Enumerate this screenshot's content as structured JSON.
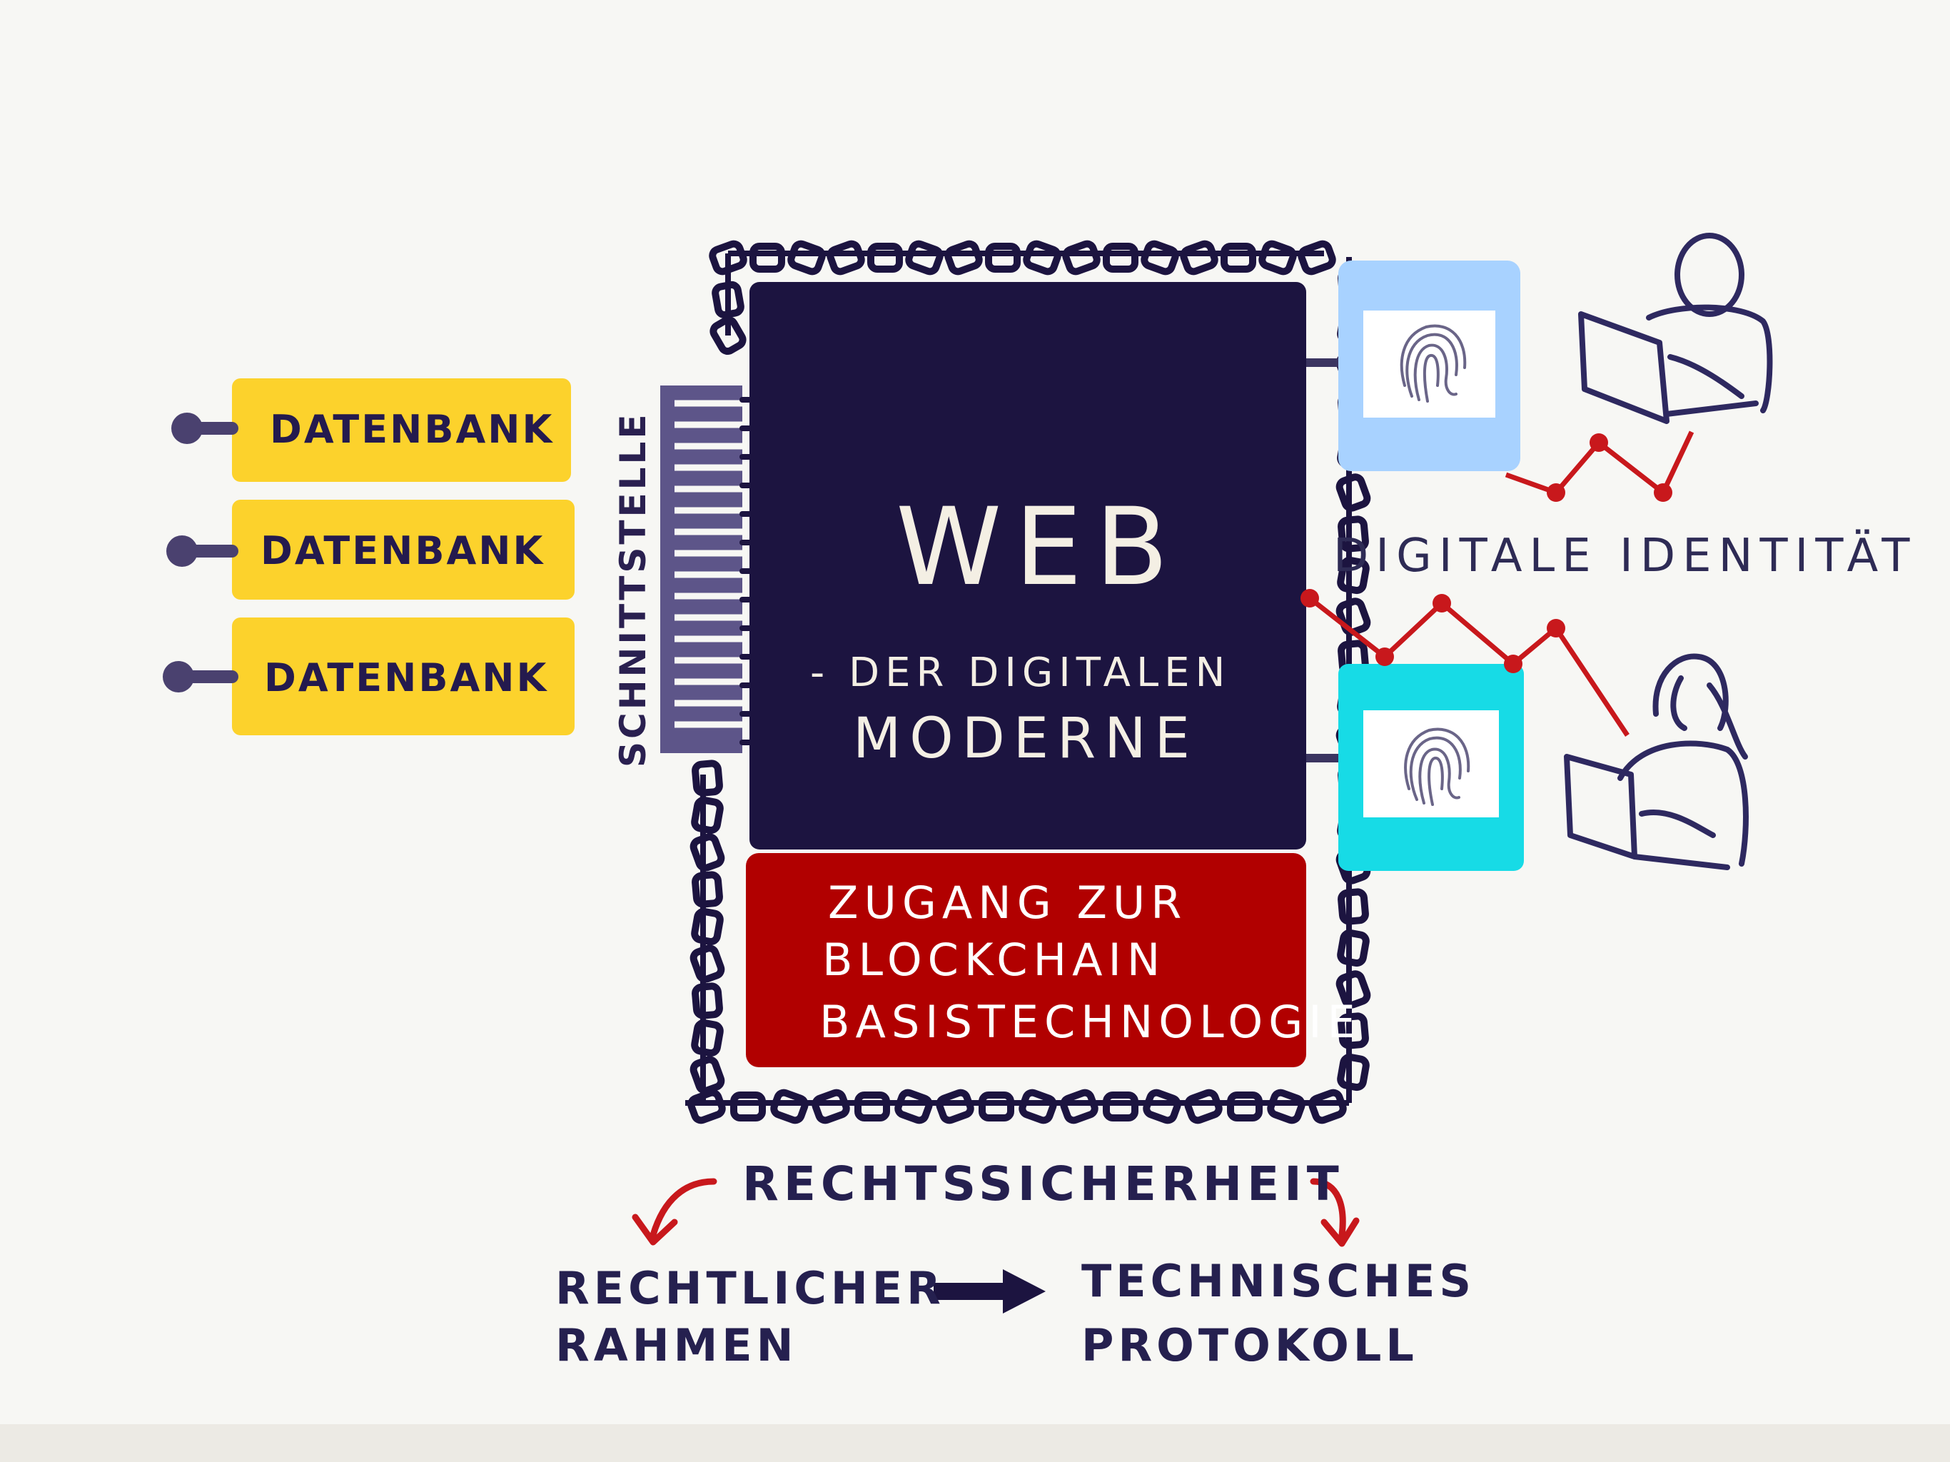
{
  "databases": {
    "items": [
      {
        "label": "DATENBANK"
      },
      {
        "label": "DATENBANK"
      },
      {
        "label": "DATENBANK"
      }
    ],
    "color": "#fcd22c"
  },
  "interface": {
    "label": "SCHNITTSTELLE"
  },
  "web": {
    "title": "WEB",
    "subtitle_line1": "- DER DIGITALEN",
    "subtitle_line2": "MODERNE",
    "color": "#1c1440"
  },
  "blockchain": {
    "lines": [
      "ZUGANG ZUR",
      "BLOCKCHAIN",
      "BASISTECHNOLOGIE"
    ],
    "color": "#b10000"
  },
  "identity": {
    "label": "DIGITALE IDENTITÄT",
    "card_top_color": "#a8d2ff",
    "card_bottom_color": "#17dbe6",
    "icon": "fingerprint-icon"
  },
  "legal": {
    "title": "RECHTSSICHERHEIT",
    "left": [
      "RECHTLICHER",
      "RAHMEN"
    ],
    "right": [
      "TECHNISCHES",
      "PROTOKOLL"
    ]
  }
}
